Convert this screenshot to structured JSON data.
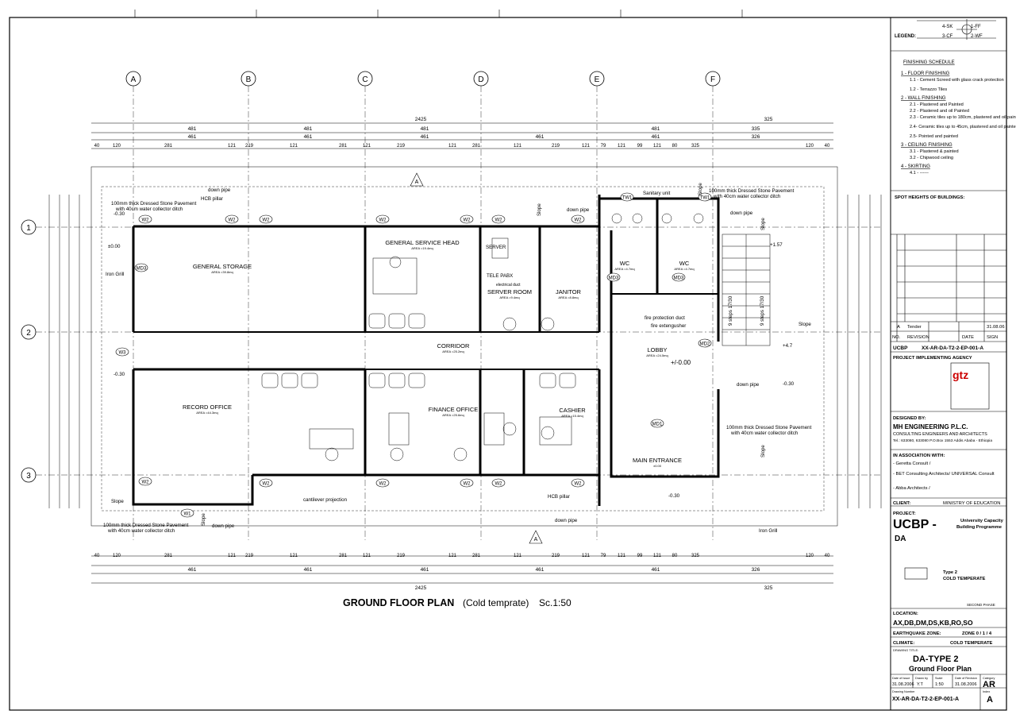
{
  "plan": {
    "title": "GROUND FLOOR PLAN",
    "subtitle": "(Cold temprate)",
    "scale": "Sc.1:50",
    "grid_cols": [
      "A",
      "B",
      "C",
      "D",
      "E",
      "F"
    ],
    "grid_rows": [
      "1",
      "2",
      "3"
    ],
    "rooms": [
      {
        "name": "GENERAL STORAGE",
        "area": "AREA =39.8mq"
      },
      {
        "name": "GENERAL SERVICE HEAD",
        "area": "AREA =19.4mq"
      },
      {
        "name": "SERVER ROOM",
        "area": "AREA =9.4mq"
      },
      {
        "name": "JANITOR",
        "area": "AREA =8.8mq"
      },
      {
        "name": "CORRIDOR",
        "area": "AREA =25.2mq"
      },
      {
        "name": "LOBBY",
        "area": "AREA =24.5mq"
      },
      {
        "name": "RECORD OFFICE",
        "area": "AREA =44.3mq"
      },
      {
        "name": "FINANCE OFFICE",
        "area": "AREA =25.6mq"
      },
      {
        "name": "CASHIER",
        "area": "AREA =15.4mq"
      },
      {
        "name": "MAIN ENTRANCE",
        "area": "±0.00"
      },
      {
        "name": "WC",
        "area": "AREA =4.7mq"
      },
      {
        "name": "WC",
        "area": "AREA =4.7mq"
      }
    ],
    "notes": {
      "pav1": "100mm thick Dressed Stone Pavement",
      "pav2": "with 40cm water collector ditch",
      "down_pipe": "down pipe",
      "hcb_pillar": "HCB pillar",
      "iron_grill": "Iron Grill",
      "slope": "Slope",
      "sanitary": "Sanitary unit",
      "fire_duct": "fire protection duct",
      "fire_ext": "fire extengusher",
      "cantilever": "cantilever projection",
      "tele": "TELE PABX",
      "server": "SERVER",
      "elec": "electrical duct",
      "steps": "9 steps 17/30",
      "lvl_m030": "-0.30",
      "lvl_000": "±0.00",
      "lvl_lobby": "+/-0.00",
      "lvl_157": "+1.57",
      "lvl_47": "+4.7"
    },
    "dims": {
      "total": "2425",
      "d325": "325",
      "top1": [
        "481",
        "481",
        "481",
        "481",
        "335"
      ],
      "top2": [
        "461",
        "461",
        "461",
        "461",
        "461",
        "326"
      ],
      "top3": [
        "40",
        "120",
        "281",
        "121",
        "219",
        "121",
        "281",
        "121",
        "219",
        "121",
        "281",
        "121",
        "219",
        "121",
        "79",
        "121",
        "99",
        "121",
        "80",
        "325",
        "120",
        "40"
      ]
    }
  },
  "legend": {
    "label": "LEGEND:",
    "k1": "4-SK",
    "k2": "1-FF",
    "k3": "3-CF",
    "k4": "2-WF"
  },
  "finishing": {
    "title": "FINISHING SCHEDULE",
    "sections": [
      {
        "h": "1 - FLOOR FINISHING",
        "items": [
          "1.1 - Cement Screed with glass crack protection",
          "1.2 - Terrazzo Tiles"
        ]
      },
      {
        "h": "2 - WALL FINISHING",
        "items": [
          "2.1 - Plastered and Painted",
          "2.2 - Plastered and oil Painted",
          "2.3 - Ceramic tiles up to 180cm, plastered and oil painted above",
          "2.4- Ceramic tiles up to 45cm, plastered and oil painted above",
          "2.5- Pointed and painted"
        ]
      },
      {
        "h": "3 - CEILING FINISHING",
        "items": [
          "3.1 - Plastered & painted",
          "3.2 - Chipwood ceiling"
        ]
      },
      {
        "h": "4 - SKIRTING",
        "items": [
          "4.1 - ------"
        ]
      }
    ],
    "spot": "SPOT HEIGHTS OF BUILDINGS:"
  },
  "revision": {
    "rev": "A",
    "desc": "Tender",
    "date": "31.08.06",
    "h_no": "NO.",
    "h_rev": "REVISION",
    "h_date": "DATE",
    "h_sign": "SIGN"
  },
  "titleblock": {
    "project_code": "UCBP",
    "drawing_code": "XX-AR-DA-T2-2-EP-001-A",
    "agency_label": "PROJECT IMPLEMENTING AGENCY",
    "gtz": "gtz",
    "designed_by": "DESIGNED BY:",
    "firm": "MH ENGINEERING P.L.C.",
    "firm_sub": "CONSULTING ENGINEERS AND ARCHITECTS",
    "firm_addr": "Tel.: 633080, 633080  P.O.Box 1553  Addis Ababa - Ethiopia",
    "assoc_label": "IN ASSOCIATION WITH:",
    "assoc": [
      "- Geretta Consult /",
      "- BET Consulting Architects/ UNIVERSAL Consult",
      "- Abba Architects /"
    ],
    "client_label": "CLIENT:",
    "client": "MINISTRY OF EDUCATION",
    "project_label": "PROJECT:",
    "project": "UCBP -",
    "project_name1": "University Capacity",
    "project_name2": "Building Programme",
    "project_sub": "DA",
    "type": "Type 2",
    "type_sub": "COLD TEMPERATE",
    "phase": "SECOND PHASE",
    "location_label": "LOCATION:",
    "location": "AX,DB,DM,DS,KB,RO,SO",
    "eq_label": "EARTHQUAKE ZONE:",
    "eq": "ZONE 0 / 1 / 4",
    "climate_label": "CLIMATE:",
    "climate": "COLD TEMPERATE",
    "drawing_title_label": "DRAWING TITLE:",
    "drawing_title": "DA-TYPE 2",
    "drawing_sub": "Ground Floor Plan",
    "f_issue": "Date of Issue",
    "f_drawn": "Drawn by",
    "f_scale": "Scale",
    "f_rev": "Date of Revision",
    "f_cat": "Category",
    "v_issue": "31.08.2006",
    "v_drawn": "Y.T",
    "v_scale": "1:50",
    "v_rev": "31.08.2006",
    "v_cat": "AR",
    "f_num": "Drawing Number",
    "f_index": "Index",
    "v_num": "XX-AR-DA-T2-2-EP-001-A",
    "v_index": "A"
  }
}
